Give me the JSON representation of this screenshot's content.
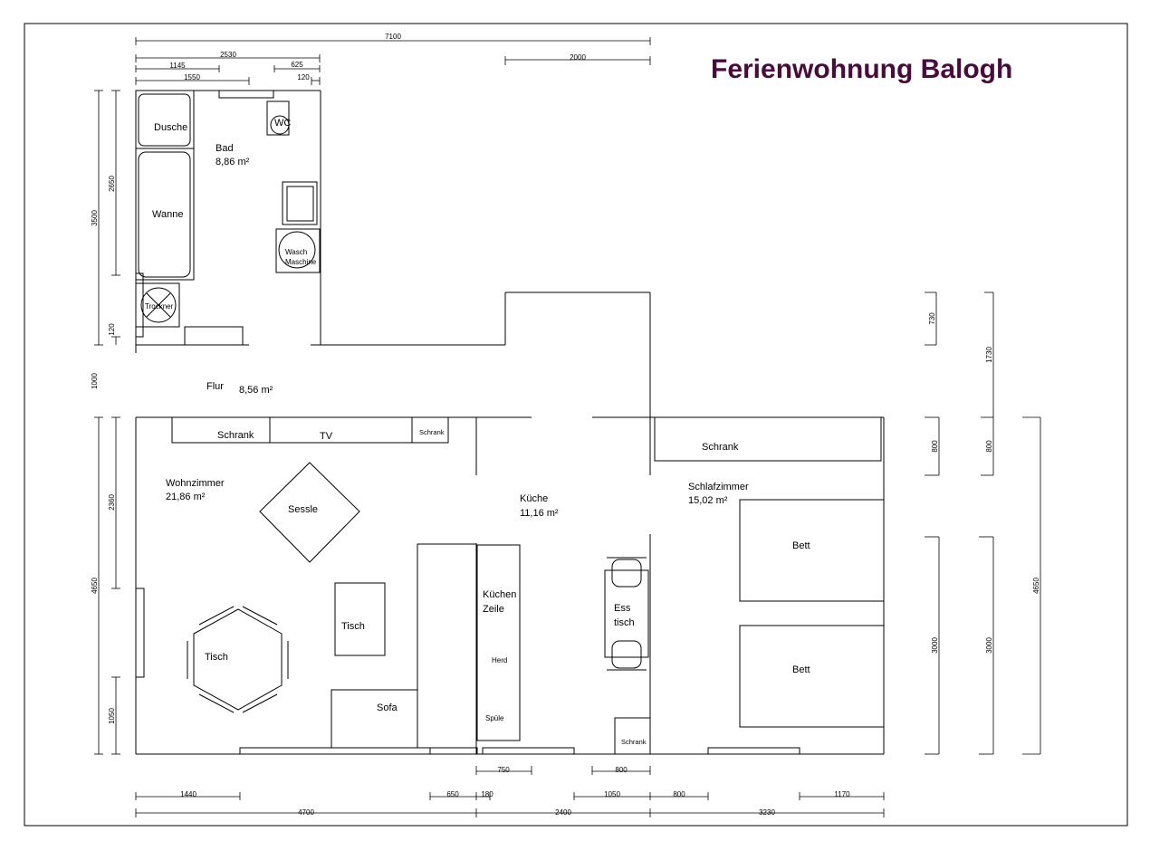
{
  "title": "Ferienwohnung Balogh",
  "colors": {
    "title": "#4a0a3c",
    "lines": "#000000",
    "background": "#ffffff"
  },
  "rooms": {
    "bad": {
      "name": "Bad",
      "area": "8,86 m²"
    },
    "flur": {
      "name": "Flur",
      "area": "8,56 m²"
    },
    "wohnzimmer": {
      "name": "Wohnzimmer",
      "area": "21,86 m²"
    },
    "kueche": {
      "name": "Küche",
      "area": "11,16 m²"
    },
    "schlafzimmer": {
      "name": "Schlafzimmer",
      "area": "15,02 m²"
    }
  },
  "furniture": {
    "dusche": "Dusche",
    "wanne": "Wanne",
    "wc": "WC",
    "wasch_1": "Wasch",
    "wasch_2": "Maschine",
    "trockner": "Trockner",
    "schrank": "Schrank",
    "tv": "TV",
    "schrank_small": "Schrank",
    "schrank_bed": "Schrank",
    "sessel": "Sessle",
    "tisch_square": "Tisch",
    "tisch_hex": "Tisch",
    "sofa": "Sofa",
    "kuechen_1": "Küchen",
    "kuechen_2": "Zeile",
    "herd": "Herd",
    "spuele": "Spüle",
    "ess_1": "Ess",
    "ess_2": "tisch",
    "schrank_kitchen": "Schrank",
    "bett_1": "Bett",
    "bett_2": "Bett"
  },
  "dimensions": {
    "top_7100": "7100",
    "top_2530": "2530",
    "top_1145": "1145",
    "top_625": "625",
    "top_1550": "1550",
    "top_120": "120",
    "top_2000": "2000",
    "left_3500": "3500",
    "left_2650": "2650",
    "left_120": "120",
    "left_1000": "1000",
    "left_4650": "4650",
    "left_2360": "2360",
    "left_1050": "1050",
    "right_730": "730",
    "right_1730": "1730",
    "right_800a": "800",
    "right_800b": "800",
    "right_3000a": "3000",
    "right_3000b": "3000",
    "right_4650": "4650",
    "bot_750": "750",
    "bot_800": "800",
    "bot_1440": "1440",
    "bot_650": "650",
    "bot_180": "180",
    "bot_1050": "1050",
    "bot_800b": "800",
    "bot_1170": "1170",
    "bot_4700": "4700",
    "bot_2400": "2400",
    "bot_3230": "3230"
  }
}
